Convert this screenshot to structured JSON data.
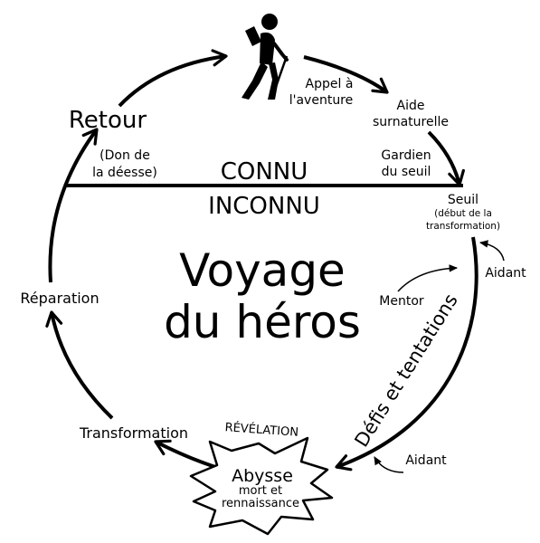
{
  "title_line1": "Voyage",
  "title_line2": "du héros",
  "divider": {
    "known": "CONNU",
    "unknown": "INCONNU"
  },
  "stages": {
    "call_line1": "Appel à",
    "call_line2": "l'aventure",
    "aid_line1": "Aide",
    "aid_line2": "surnaturelle",
    "guardian_line1": "Gardien",
    "guardian_line2": "du seuil",
    "threshold": "Seuil",
    "threshold_note_line1": "(début de la",
    "threshold_note_line2": "transformation)",
    "helper_top": "Aidant",
    "mentor": "Mentor",
    "trials": "Défis et tentations",
    "helper_bottom": "Aidant",
    "revelation": "RÉVÉLATION",
    "abyss": "Abysse",
    "abyss_note_line1": "mort et",
    "abyss_note_line2": "rennaissance",
    "transformation": "Transformation",
    "atonement": "Réparation",
    "return": "Retour",
    "gift_line1": "(Don de",
    "gift_line2": "la déesse)"
  },
  "icons": {
    "hero": "hiker-icon",
    "abyss": "starburst-icon"
  },
  "colors": {
    "ink": "#000000",
    "background": "#ffffff"
  }
}
